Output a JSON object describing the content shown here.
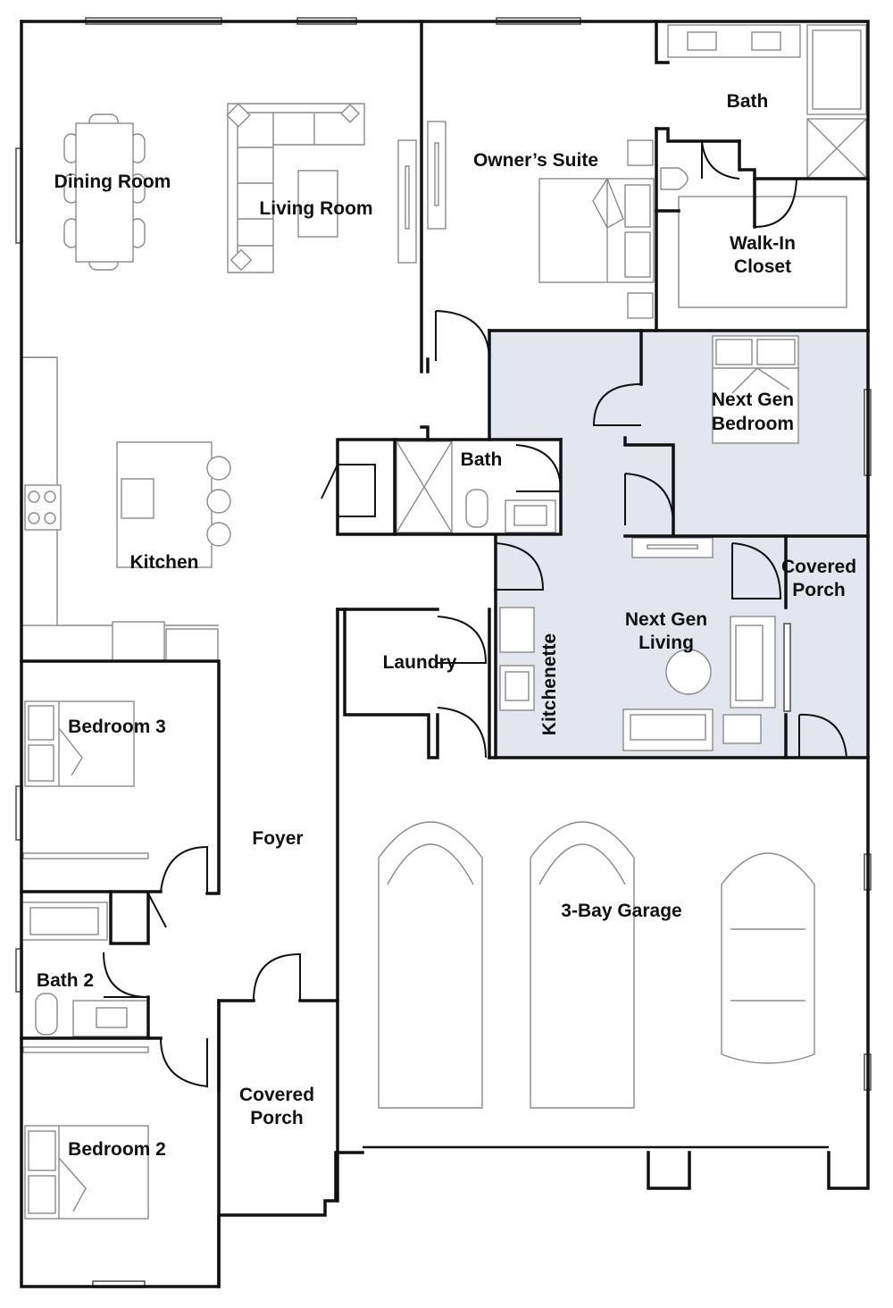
{
  "floorplan": {
    "shade_color": "#E3E6EF",
    "wall_color": "#111111",
    "fixture_color": "#8A8A8A",
    "rooms": {
      "dining_room": "Dining Room",
      "living_room": "Living Room",
      "owners_suite": "Owner’s Suite",
      "owner_bath": "Bath",
      "walk_in_closet_line1": "Walk-In",
      "walk_in_closet_line2": "Closet",
      "next_gen_bedroom_line1": "Next Gen",
      "next_gen_bedroom_line2": "Bedroom",
      "next_gen_bath": "Bath",
      "kitchen": "Kitchen",
      "covered_porch_ng_line1": "Covered",
      "covered_porch_ng_line2": "Porch",
      "next_gen_living_line1": "Next Gen",
      "next_gen_living_line2": "Living",
      "kitchenette": "Kitchenette",
      "laundry": "Laundry",
      "bedroom_3": "Bedroom 3",
      "foyer": "Foyer",
      "garage": "3-Bay Garage",
      "bath_2": "Bath 2",
      "covered_porch_front_line1": "Covered",
      "covered_porch_front_line2": "Porch",
      "bedroom_2": "Bedroom 2"
    }
  }
}
